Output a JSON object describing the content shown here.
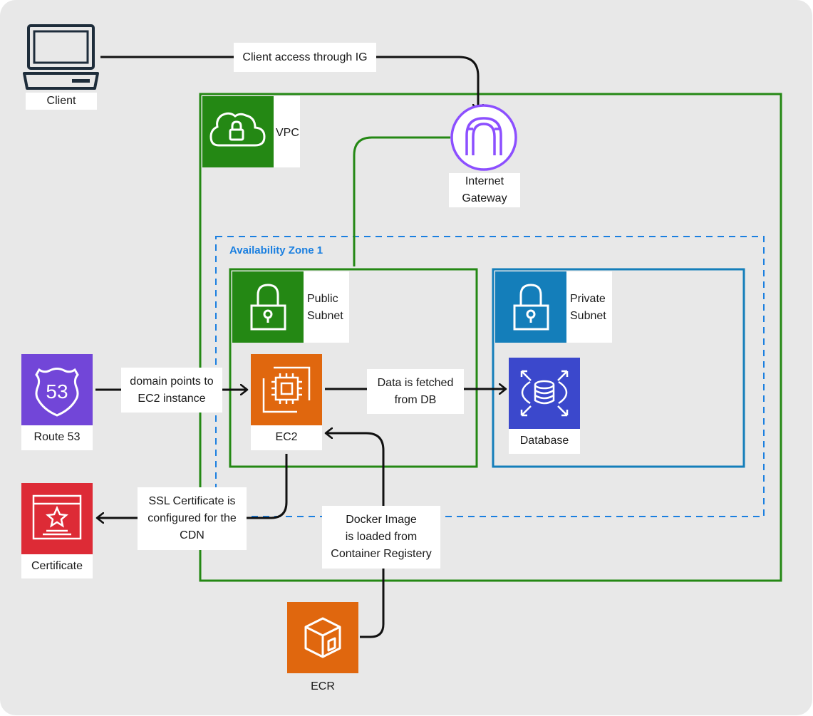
{
  "nodes": {
    "client": "Client",
    "vpc": "VPC",
    "internet_gateway": "Internet\nGateway",
    "availability_zone": "Availability Zone 1",
    "public_subnet": "Public\nSubnet",
    "private_subnet": "Private\nSubnet",
    "ec2": "EC2",
    "database": "Database",
    "route53": "Route 53",
    "route53_badge": "53",
    "certificate": "Certificate",
    "ecr": "ECR"
  },
  "edges": {
    "client_to_ig": "Client access through IG",
    "route53_to_ec2": "domain points to\nEC2 instance",
    "ec2_to_db": "Data is fetched\nfrom DB",
    "ec2_to_cert": "SSL Certificate is\nconfigured for the\nCDN",
    "ecr_to_ec2": "Docker Image\nis loaded from\nContainer Registery"
  },
  "colors": {
    "vpc_green": "#248814",
    "az_blue": "#1a7fe0",
    "private_blue": "#147eba",
    "ec2_orange": "#e0670e",
    "ig_purple": "#8c4fff",
    "route53_purple": "#7246d8",
    "db_blue": "#3b48cc",
    "cert_red": "#dd2b36"
  },
  "icons": [
    "monitor-icon",
    "cloud-lock-icon",
    "internet-gateway-icon",
    "padlock-icon",
    "chip-icon",
    "database-icon",
    "shield-53-icon",
    "certificate-icon",
    "container-cube-icon"
  ]
}
